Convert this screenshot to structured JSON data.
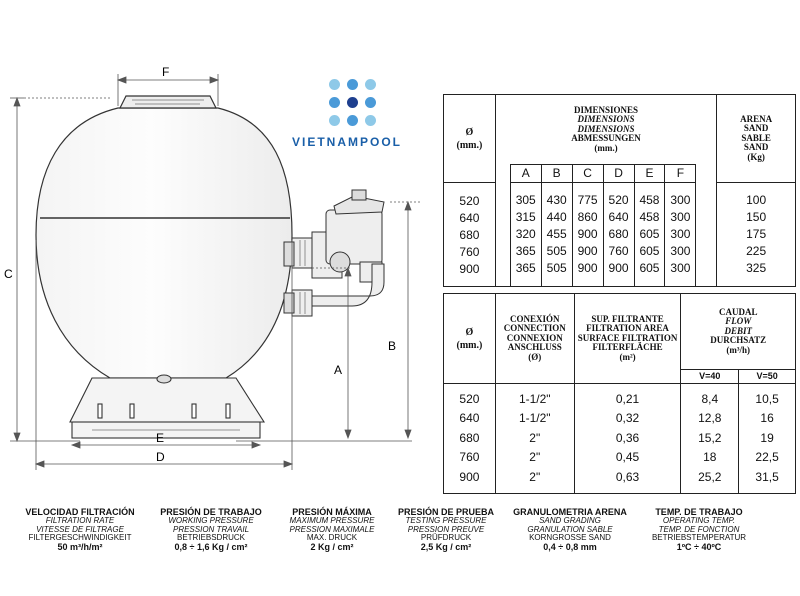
{
  "brand": {
    "name": "VIETNAMPOOL",
    "colors": {
      "light": "#8ec9e8",
      "mid": "#4a9ad8",
      "dark": "#1e3f8f"
    }
  },
  "diagram_labels": {
    "F": "F",
    "C": "C",
    "B": "B",
    "A": "A",
    "E": "E",
    "D": "D"
  },
  "table1": {
    "diameter_header": [
      "Ø",
      "(mm.)"
    ],
    "dimensions_header": [
      "DIMENSIONES",
      "DIMENSIONS",
      "DIMENSIONS",
      "ABMESSUNGEN",
      "(mm.)"
    ],
    "columns": [
      "A",
      "B",
      "C",
      "D",
      "E",
      "F"
    ],
    "sand_header": [
      "ARENA",
      "SAND",
      "SABLE",
      "SAND",
      "(Kg)"
    ],
    "rows": [
      {
        "d": "520",
        "A": "305",
        "B": "430",
        "C": "775",
        "D": "520",
        "E": "458",
        "F": "300",
        "sand": "100"
      },
      {
        "d": "640",
        "A": "315",
        "B": "440",
        "C": "860",
        "D": "640",
        "E": "458",
        "F": "300",
        "sand": "150"
      },
      {
        "d": "680",
        "A": "320",
        "B": "455",
        "C": "900",
        "D": "680",
        "E": "605",
        "F": "300",
        "sand": "175"
      },
      {
        "d": "760",
        "A": "365",
        "B": "505",
        "C": "900",
        "D": "760",
        "E": "605",
        "F": "300",
        "sand": "225"
      },
      {
        "d": "900",
        "A": "365",
        "B": "505",
        "C": "900",
        "D": "900",
        "E": "605",
        "F": "300",
        "sand": "325"
      }
    ]
  },
  "table2": {
    "diameter_header": [
      "Ø",
      "(mm.)"
    ],
    "connection_header": [
      "CONEXIÓN",
      "CONNECTION",
      "CONNEXION",
      "ANSCHLUSS",
      "(Ø)"
    ],
    "surface_header": [
      "SUP. FILTRANTE",
      "FILTRATION AREA",
      "SURFACE FILTRATION",
      "FILTERFLÄCHE",
      "(m²)"
    ],
    "flow_header": [
      "CAUDAL",
      "FLOW",
      "DEBIT",
      "DURCHSATZ",
      "(m³/h)"
    ],
    "flow_sub": [
      "V=40",
      "V=50"
    ],
    "rows": [
      {
        "d": "520",
        "conn": "1-1/2\"",
        "area": "0,21",
        "v40": "8,4",
        "v50": "10,5"
      },
      {
        "d": "640",
        "conn": "1-1/2\"",
        "area": "0,32",
        "v40": "12,8",
        "v50": "16"
      },
      {
        "d": "680",
        "conn": "2\"",
        "area": "0,36",
        "v40": "15,2",
        "v50": "19"
      },
      {
        "d": "760",
        "conn": "2\"",
        "area": "0,45",
        "v40": "18",
        "v50": "22,5"
      },
      {
        "d": "900",
        "conn": "2\"",
        "area": "0,63",
        "v40": "25,2",
        "v50": "31,5"
      }
    ]
  },
  "specs": [
    {
      "title": "VELOCIDAD FILTRACIÓN",
      "lines": [
        "FILTRATION RATE",
        "VITESSE DE FILTRAGE",
        "FILTERGESCHWINDIGKEIT"
      ],
      "value": "50 m³/h/m²"
    },
    {
      "title": "PRESIÓN DE TRABAJO",
      "lines": [
        "WORKING PRESSURE",
        "PRESSION TRAVAIL",
        "BETRIEBSDRUCK"
      ],
      "value": "0,8 ÷ 1,6 Kg / cm²"
    },
    {
      "title": "PRESIÓN MÁXIMA",
      "lines": [
        "MAXIMUM PRESSURE",
        "PRESSION MAXIMALE",
        "MAX. DRUCK"
      ],
      "value": "2 Kg / cm²"
    },
    {
      "title": "PRESIÓN DE PRUEBA",
      "lines": [
        "TESTING PRESSURE",
        "PRESSION PREUVE",
        "PRÜFDRUCK"
      ],
      "value": "2,5 Kg / cm²"
    },
    {
      "title": "GRANULOMETRIA ARENA",
      "lines": [
        "SAND GRADING",
        "GRANULATION SABLE",
        "KORNGROSSE SAND"
      ],
      "value": "0,4 ÷ 0,8 mm"
    },
    {
      "title": "TEMP. DE TRABAJO",
      "lines": [
        "OPERATING TEMP.",
        "TEMP. DE FONCTION",
        "BETRIEBSTEMPERATUR"
      ],
      "value": "1ºC ÷ 40ºC"
    }
  ]
}
